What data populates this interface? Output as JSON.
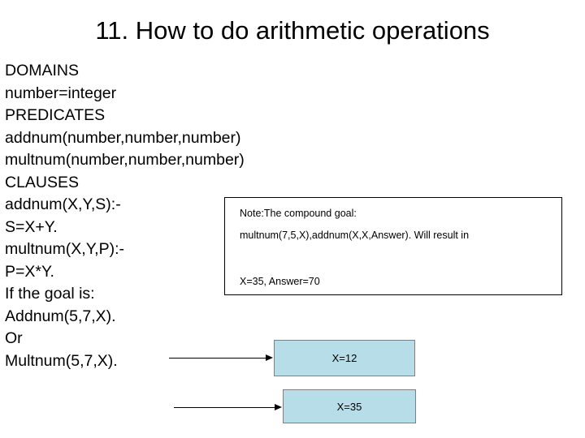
{
  "slide": {
    "title": "11. How to do arithmetic operations",
    "code_lines": [
      "DOMAINS",
      "number=integer",
      "PREDICATES",
      "addnum(number,number,number)",
      "multnum(number,number,number)",
      "CLAUSES",
      "addnum(X,Y,S):-",
      "S=X+Y.",
      "multnum(X,Y,P):-",
      "P=X*Y.",
      "If the goal is:",
      "Addnum(5,7,X).",
      "Or",
      "Multnum(5,7,X)."
    ],
    "note": {
      "line1": "Note:The compound goal:",
      "line2": "multnum(7,5,X),addnum(X,X,Answer). Will result in",
      "line3": "X=35, Answer=70"
    },
    "results": [
      {
        "label": "X=12"
      },
      {
        "label": "X=35"
      }
    ],
    "colors": {
      "result_fill": "#b7dde8",
      "result_border": "#7f7f7f",
      "note_border": "#000000",
      "text": "#000000"
    }
  }
}
